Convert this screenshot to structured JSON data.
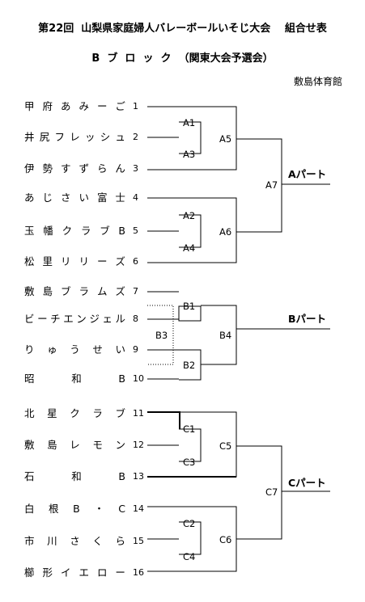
{
  "header": {
    "title": "第22回  山梨県家庭婦人バレーボールいそじ大会　 組合せ表",
    "subtitle": "B  ブ  ロ  ッ  ク  （関東大会予選会）",
    "venue": "敷島体育館"
  },
  "teams": [
    {
      "name": "甲府あみーご",
      "number": "1"
    },
    {
      "name": "井尻フレッシュ",
      "number": "2"
    },
    {
      "name": "伊勢すずらん",
      "number": "3"
    },
    {
      "name": "あじさい富士",
      "number": "4"
    },
    {
      "name": "玉幡クラブB",
      "number": "5"
    },
    {
      "name": "松里リリーズ",
      "number": "6"
    },
    {
      "name": "敷島ブラムズ",
      "number": "7"
    },
    {
      "name": "ビーチエンジェル",
      "number": "8"
    },
    {
      "name": "りゅうせい",
      "number": "9"
    },
    {
      "name": "昭和B",
      "number": "10"
    },
    {
      "name": "北星クラブ",
      "number": "11"
    },
    {
      "name": "敷島レモン",
      "number": "12"
    },
    {
      "name": "石和B",
      "number": "13"
    },
    {
      "name": "白根B・C",
      "number": "14"
    },
    {
      "name": "市川さくら",
      "number": "15"
    },
    {
      "name": "櫛形イエロー",
      "number": "16"
    }
  ],
  "matches": {
    "A1": "A1",
    "A2": "A2",
    "A3": "A3",
    "A4": "A4",
    "A5": "A5",
    "A6": "A6",
    "A7": "A7",
    "B1": "B1",
    "B2": "B2",
    "B3": "B3",
    "B4": "B4",
    "C1": "C1",
    "C2": "C2",
    "C3": "C3",
    "C4": "C4",
    "C5": "C5",
    "C6": "C6",
    "C7": "C7"
  },
  "parts": {
    "A": "Aパート",
    "B": "Bパート",
    "C": "Cパート"
  }
}
